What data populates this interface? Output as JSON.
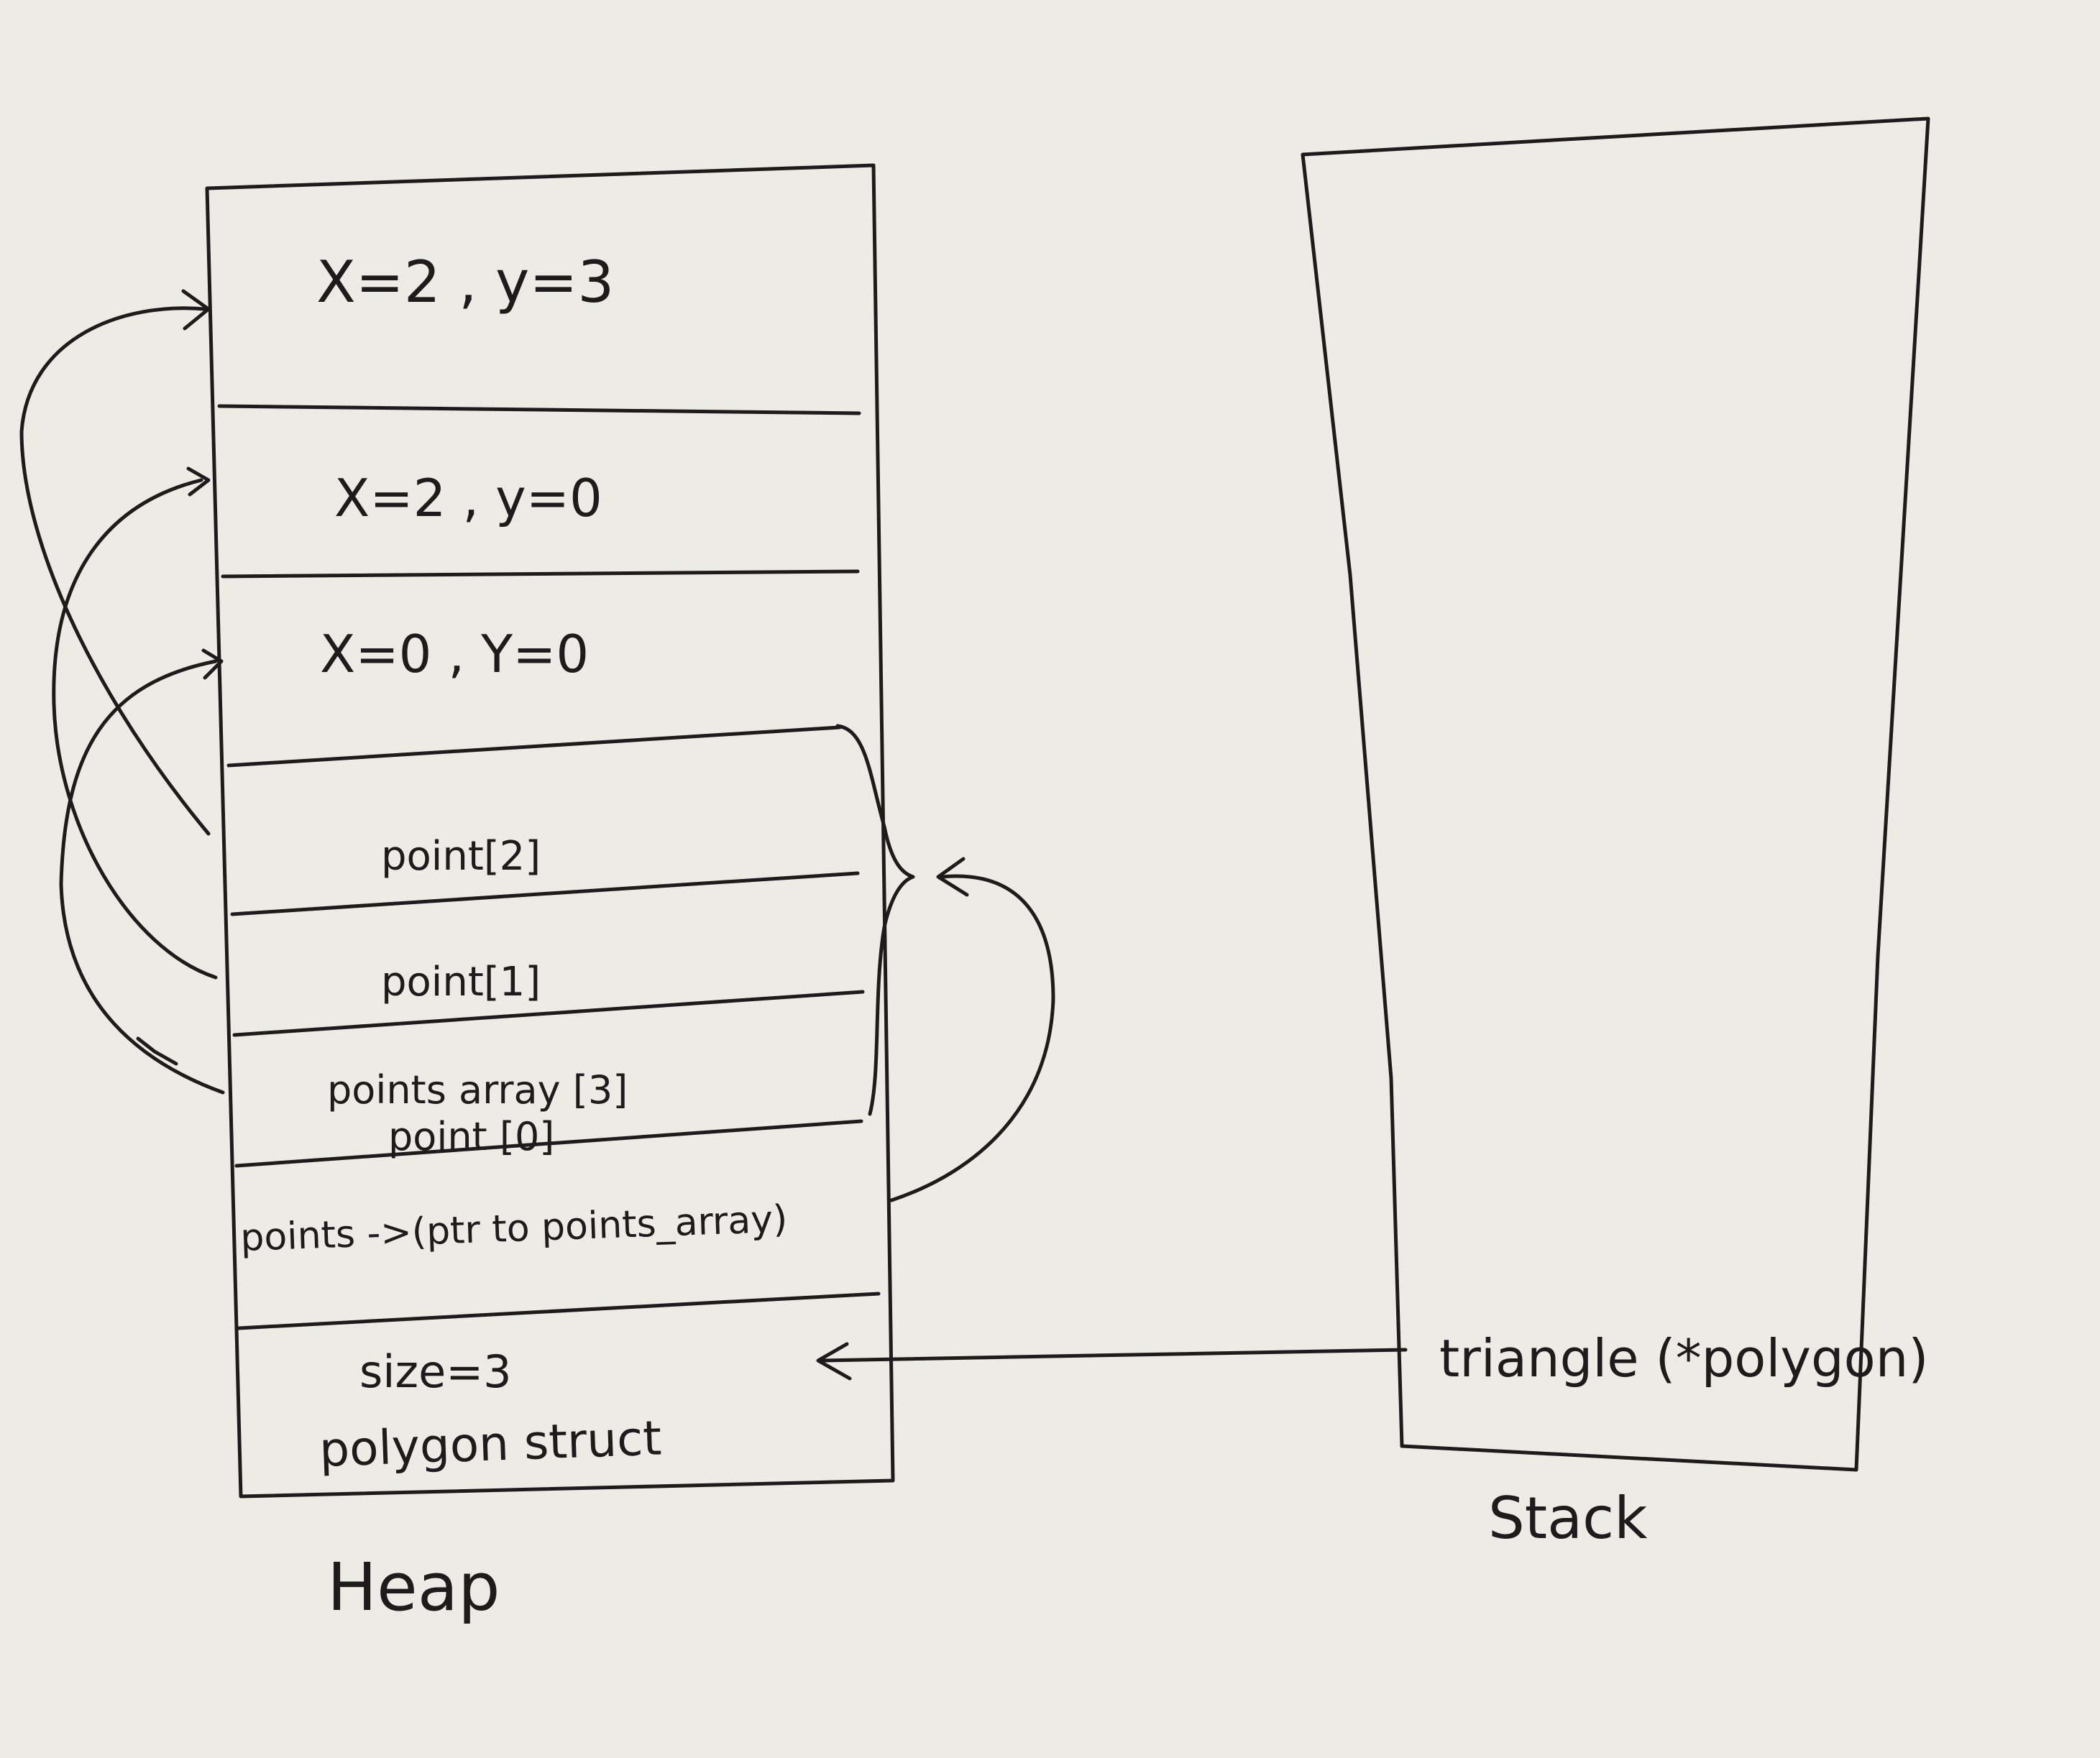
{
  "heap": {
    "label": "Heap",
    "cells": {
      "pt2_value": "X=2 , y=3",
      "pt1_value": "X=2 , y=0",
      "pt0_value": "X=0 , Y=0",
      "point2": "point[2]",
      "point1": "point[1]",
      "points_array_line1": "points array [3]",
      "points_array_line2": "point [0]",
      "points_ptr": "points ->(ptr to points_array)",
      "size": "size=3",
      "polygon_struct": "polygon struct"
    }
  },
  "stack": {
    "label": "Stack",
    "triangle": "triangle (*polygon)"
  }
}
